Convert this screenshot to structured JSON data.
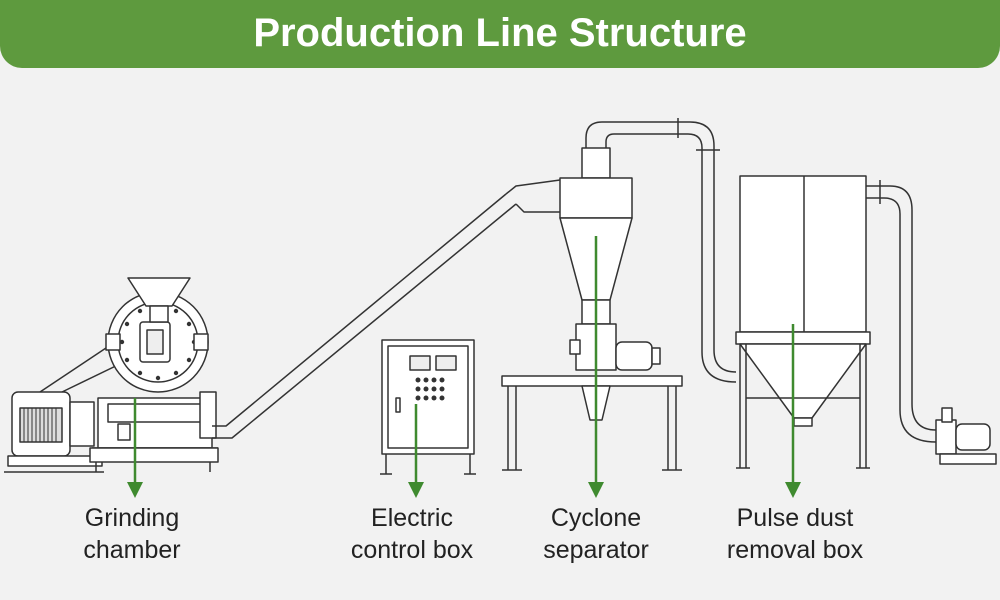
{
  "header": {
    "title": "Production Line Structure"
  },
  "labels": {
    "grinding": [
      "Grinding",
      "chamber"
    ],
    "control": [
      "Electric",
      "control box"
    ],
    "cyclone": [
      "Cyclone",
      "separator"
    ],
    "pulse": [
      "Pulse dust",
      "removal box"
    ]
  },
  "colors": {
    "header": "#5e9a3e",
    "arrow": "#3f8a2f",
    "line": "#333333",
    "background": "#f2f2f2"
  }
}
